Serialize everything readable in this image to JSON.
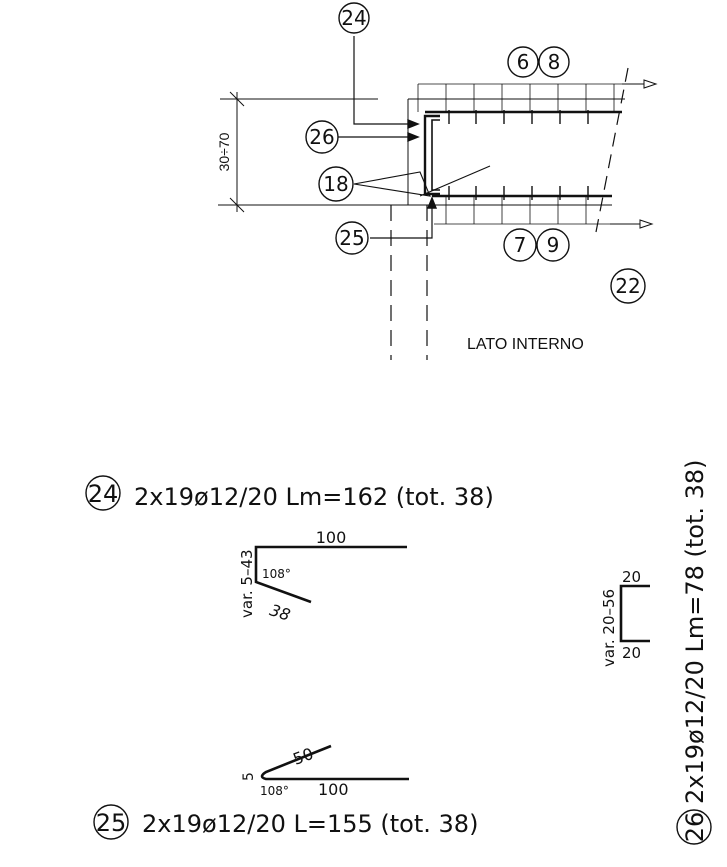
{
  "drawing": {
    "callouts": {
      "c24_top": "24",
      "c6": "6",
      "c8": "8",
      "c26": "26",
      "c18": "18",
      "c25": "25",
      "c7": "7",
      "c9": "9",
      "c22": "22"
    },
    "dimension_label": "30÷70",
    "side_label": "LATO INTERNO"
  },
  "bars": {
    "b24": {
      "mark": "24",
      "spec": "2x19ø12/20 Lm=162 (tot. 38)",
      "dims": {
        "top": "100",
        "var": "var. 5–43",
        "angle": "108°",
        "diag": "38"
      }
    },
    "b25": {
      "mark": "25",
      "spec": "2x19ø12/20 L=155 (tot. 38)",
      "dims": {
        "diag": "50",
        "left": "5",
        "angle": "108°",
        "bottom": "100"
      }
    },
    "b26": {
      "mark": "26",
      "spec": "2x19ø12/20 Lm=78 (tot. 38)",
      "dims": {
        "var": "var. 20–56",
        "top": "20",
        "bottom": "20"
      }
    }
  }
}
